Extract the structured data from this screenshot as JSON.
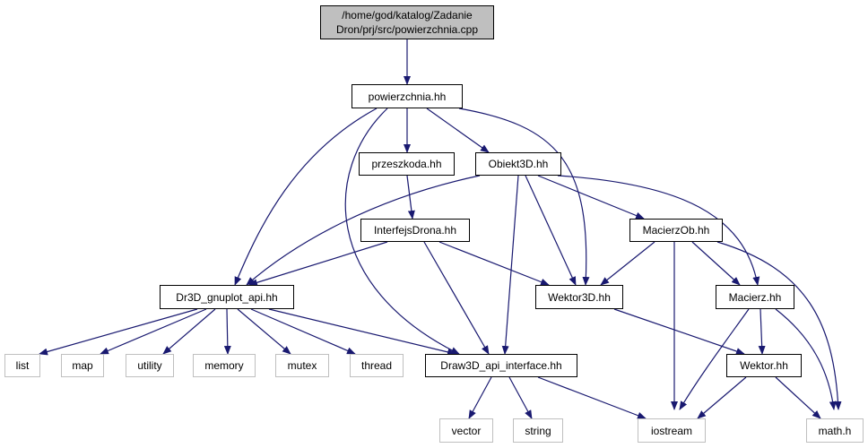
{
  "graph": {
    "nodes": {
      "root": "/home/god/katalog/Zadanie Dron/prj/src/powierzchnia.cpp",
      "powierzchnia": "powierzchnia.hh",
      "przeszkoda": "przeszkoda.hh",
      "obiekt3d": "Obiekt3D.hh",
      "interfejs": "InterfejsDrona.hh",
      "macierzob": "MacierzOb.hh",
      "dr3d": "Dr3D_gnuplot_api.hh",
      "wektor3d": "Wektor3D.hh",
      "macierz": "Macierz.hh",
      "list": "list",
      "map": "map",
      "utility": "utility",
      "memory": "memory",
      "mutex": "mutex",
      "thread": "thread",
      "draw3d": "Draw3D_api_interface.hh",
      "wektor": "Wektor.hh",
      "vector": "vector",
      "string": "string",
      "iostream": "iostream",
      "mathh": "math.h"
    },
    "edge_color": "#191970",
    "internal_border": "#000000",
    "external_border": "#bfbfbf",
    "root_fill": "#bfbfbf"
  }
}
